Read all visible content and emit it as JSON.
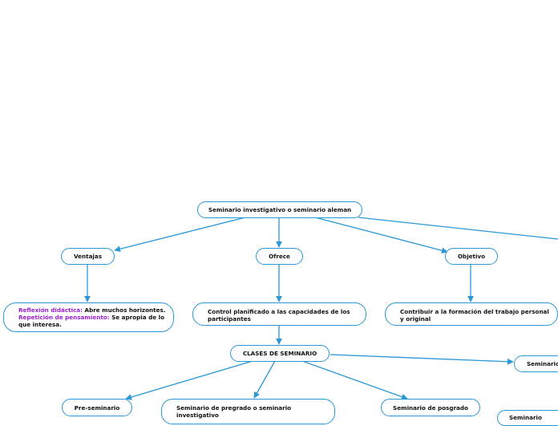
{
  "colors": {
    "edge": "#2a97d6",
    "node_border": "#2a97d6",
    "highlight": "#9b1fd1",
    "text": "#111111"
  },
  "nodes": {
    "root": "Seminario investigativo o seminario aleman",
    "ventajas": "Ventajas",
    "ofrece": "Ofrece",
    "objetivo": "Objetivo",
    "ventajas_detail": {
      "h1": "Reflexión didáctica:",
      "t1": " Abre muchos horizontes. ",
      "h2": "Repetición de pensamiento:",
      "t2": " Se apropia de lo que interesa."
    },
    "control": "Control planificado a las capacidades de los participantes",
    "contribuir": "Contribuir a la formación del trabajo personal y original",
    "clases": "CLASES DE SEMINARIO",
    "seminario_right": "Seminario",
    "pre_seminario": "Pre-seminario",
    "pregrado": "Seminario de pregrado o seminario investigativo",
    "posgrado": "Seminario de posgrado",
    "bottom_right": "Seminario"
  }
}
